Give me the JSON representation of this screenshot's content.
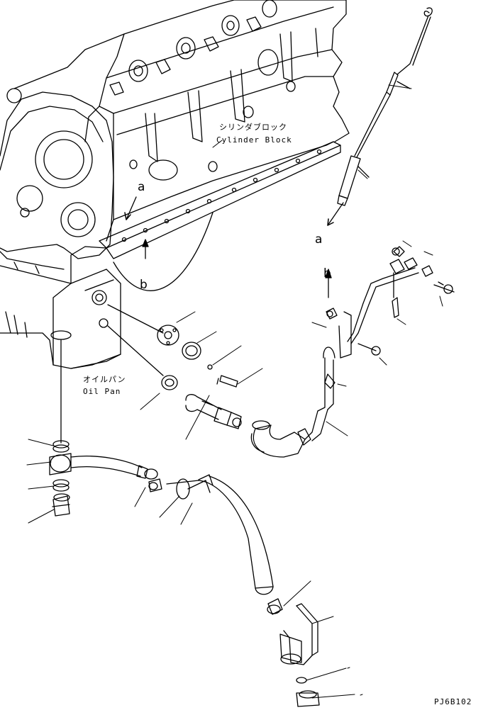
{
  "labels": {
    "cylinder_block_jp": "シリンダブロック",
    "cylinder_block_en": "Cylinder Block",
    "oil_pan_jp": "オイルパン",
    "oil_pan_en": "Oil Pan",
    "ref_a_upper": "a",
    "ref_b_upper": "b",
    "ref_a_right": "a",
    "ref_b_right": "b",
    "drawing_code": "PJ6B102"
  },
  "colors": {
    "ink": "#000000",
    "paper": "#ffffff"
  }
}
